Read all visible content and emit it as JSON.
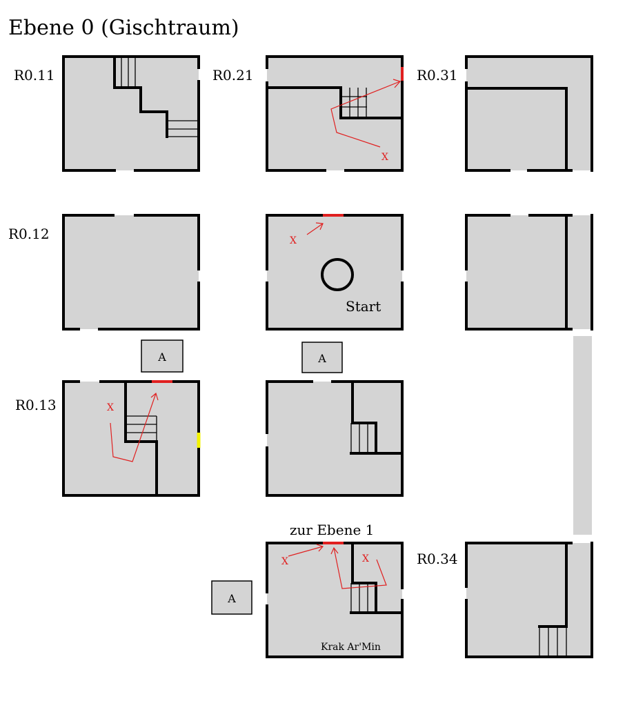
{
  "title": "Ebene 0 (Gischtraum)",
  "room_labels": {
    "r011": "R0.11",
    "r021": "R0.21",
    "r031": "R0.31",
    "r012": "R0.12",
    "r013": "R0.13",
    "r034": "R0.34"
  },
  "start_label": "Start",
  "exit_label": "zur Ebene 1",
  "npc_label": "Krak Ar'Min",
  "marker_x": "X",
  "marker_a": "A",
  "colors": {
    "floor": "#d4d4d4",
    "wall": "#000000",
    "locked_door": "#e02020",
    "special_door": "#f2f200",
    "arrow": "#e02020"
  }
}
